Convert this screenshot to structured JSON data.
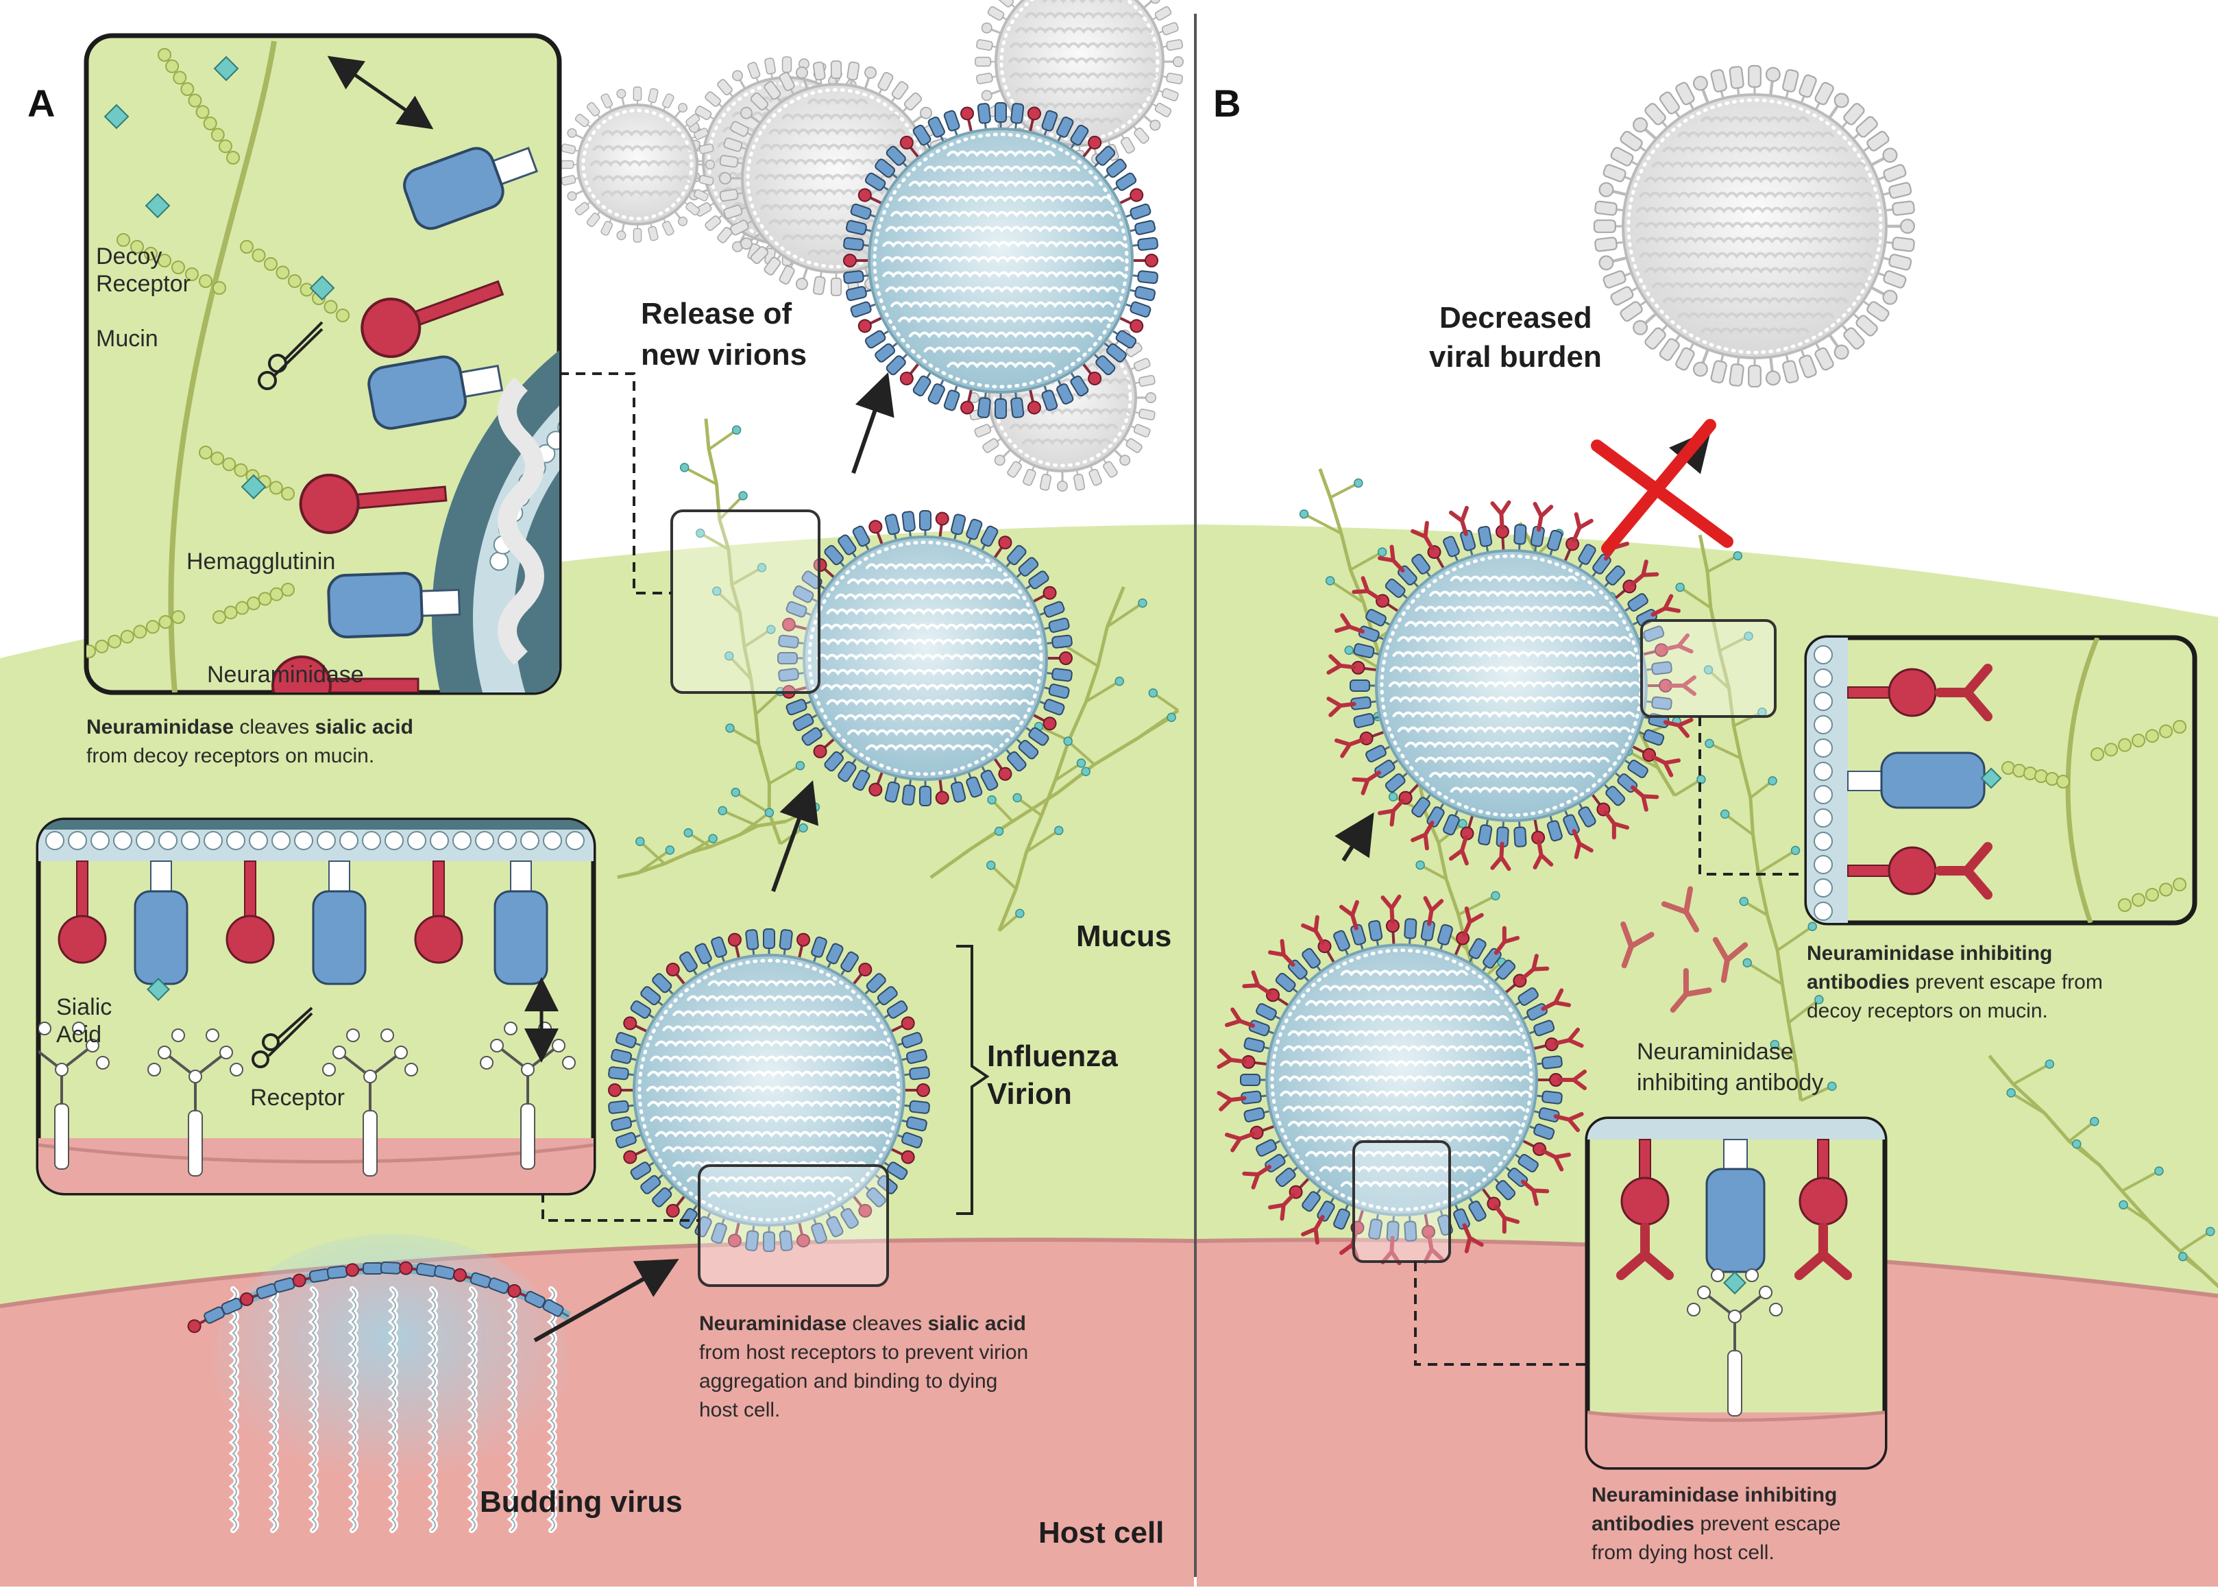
{
  "panels": {
    "a": "A",
    "b": "B"
  },
  "labels": {
    "decoy_line1": "Decoy",
    "decoy_line2": "Receptor",
    "mucin": "Mucin",
    "hemagglutinin": "Hemagglutinin",
    "neuraminidase": "Neuraminidase",
    "sialic_line1": "Sialic",
    "sialic_line2": "Acid",
    "receptor": "Receptor",
    "release_line1": "Release of",
    "release_line2": "new virions",
    "mucus": "Mucus",
    "influenza_line1": "Influenza",
    "influenza_line2": "Virion",
    "budding_virus": "Budding virus",
    "host_cell": "Host cell",
    "decreased_line1": "Decreased",
    "decreased_line2": "viral burden",
    "nai_antibody_line1": "Neuraminidase",
    "nai_antibody_line2": "inhibiting antibody"
  },
  "captions": {
    "mucin_cleave": {
      "b1": "Neuraminidase",
      "t1": " cleaves ",
      "b2": "sialic acid",
      "line2": "from decoy receptors on mucin."
    },
    "host_cleave": {
      "b1": "Neuraminidase",
      "t1": " cleaves ",
      "b2": "sialic acid",
      "line2": "from host receptors to prevent virion",
      "line3": "aggregation and binding to dying",
      "line4": "host cell."
    },
    "nai_mucin": {
      "b1": "Neuraminidase inhibiting",
      "b2": "antibodies",
      "t1": " prevent escape from",
      "line3": "decoy receptors on mucin."
    },
    "nai_host": {
      "b1": "Neuraminidase inhibiting",
      "b2": "antibodies",
      "t1": " prevent escape",
      "line3": "from dying host cell."
    }
  },
  "colors": {
    "mucus": "#d8e8a8",
    "host_cell": "#eaa8a4",
    "virion_body": "#bcd9e3",
    "hemagglutinin": "#6d9dcc",
    "neuraminidase": "#c9384f",
    "sialic_acid": "#6fc9c4",
    "mucin_strand": "#a8b860",
    "inhibit_cross": "#e02020"
  }
}
